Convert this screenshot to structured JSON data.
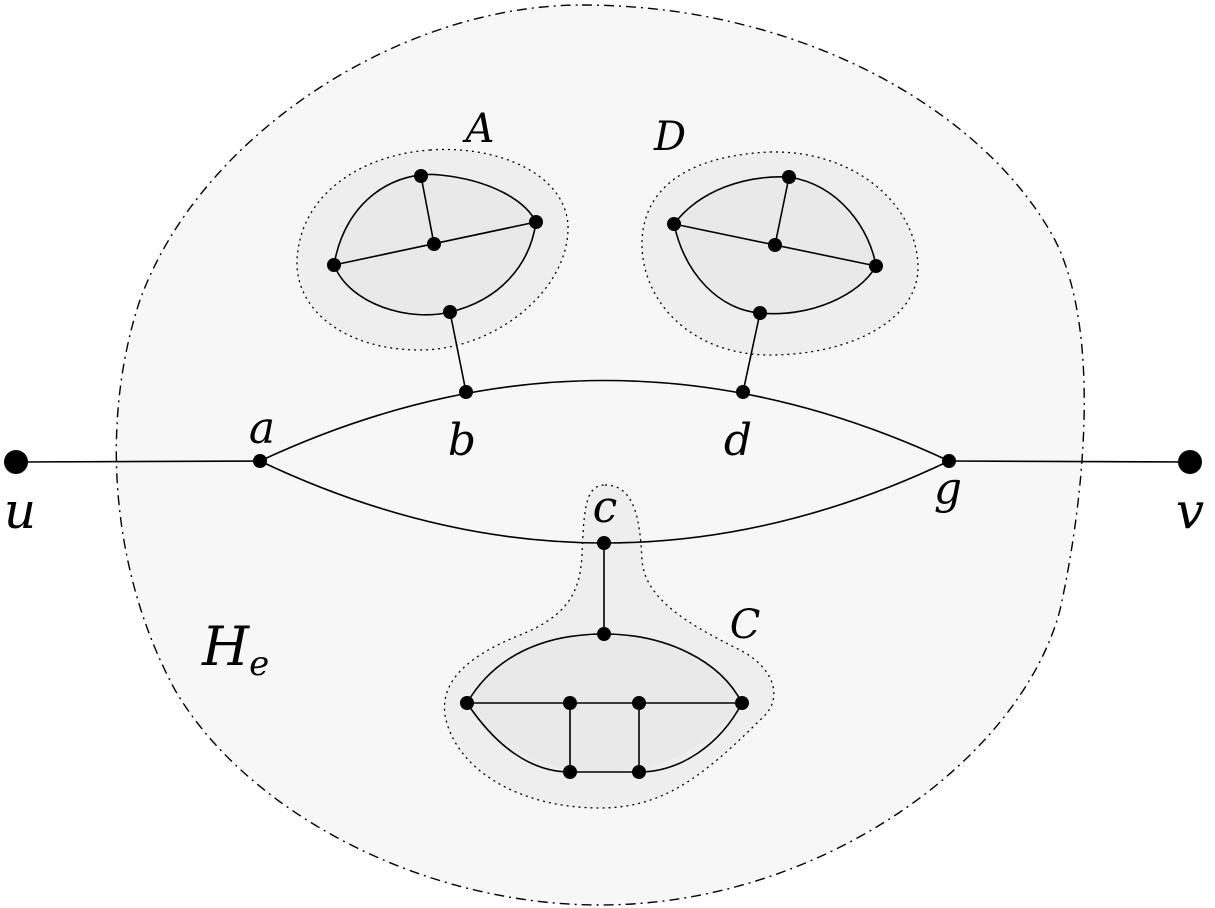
{
  "labels": {
    "u": "u",
    "v": "v",
    "a": "a",
    "b": "b",
    "c": "c",
    "d": "d",
    "g": "g",
    "H_main": "H",
    "H_sub": "e",
    "A": "A",
    "C": "C",
    "D": "D"
  },
  "colors": {
    "outer_region_fill": "#f7f7f7",
    "cluster_fill": "#eeeeee",
    "inner_fill": "#e9e9e9",
    "stroke": "#000000"
  }
}
